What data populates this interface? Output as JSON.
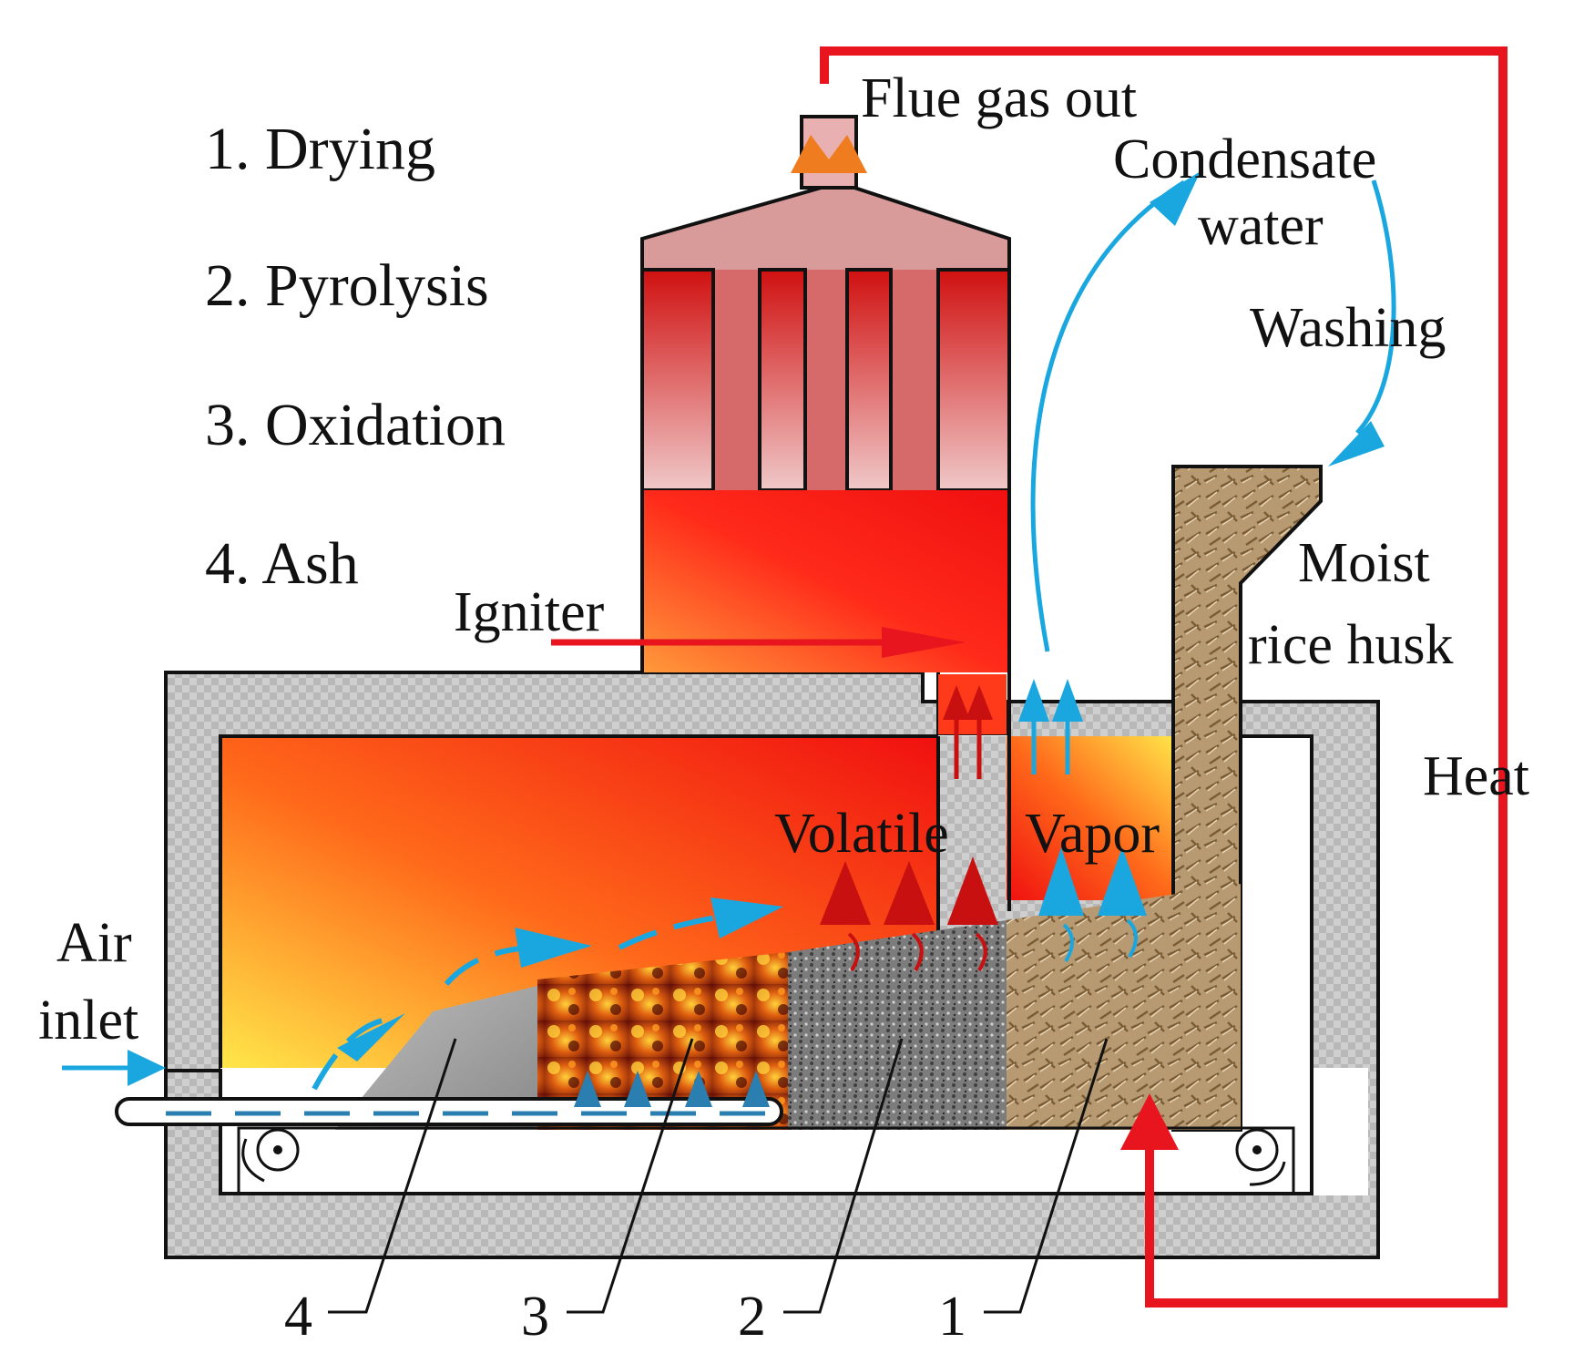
{
  "legend": {
    "drying": "1. Drying",
    "pyrolysis": "2. Pyrolysis",
    "oxidation": "3. Oxidation",
    "ash": "4. Ash"
  },
  "labels": {
    "flue_gas": "Flue gas out",
    "condensate_line1": "Condensate",
    "condensate_line2": "water",
    "washing": "Washing",
    "moist_line1": "Moist",
    "moist_line2": "rice husk",
    "heat": "Heat",
    "igniter": "Igniter",
    "volatile": "Volatile",
    "vapor": "Vapor",
    "air_line1": "Air",
    "air_line2": "inlet"
  },
  "callouts": {
    "ash": "4",
    "oxidation": "3",
    "pyrolysis": "2",
    "drying": "1"
  },
  "colors": {
    "heat_line": "#e8141e",
    "water_arrow": "#1aa7e0",
    "insulation": "#c9c9c9",
    "flame_red": "#f01010",
    "flame_yellow": "#ffe84a"
  }
}
